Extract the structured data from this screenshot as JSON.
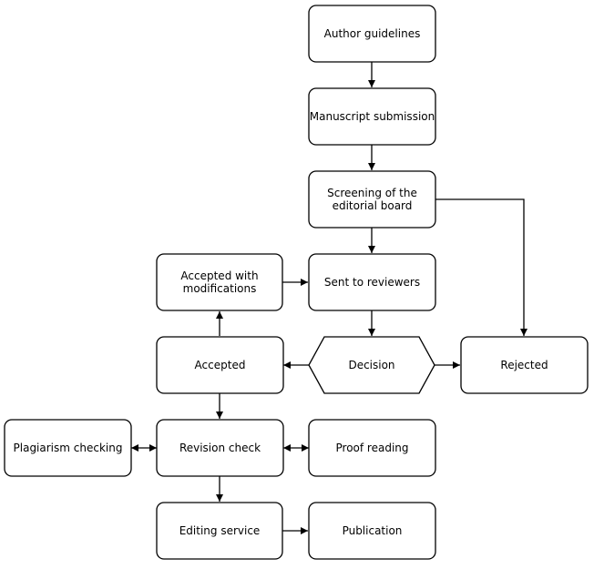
{
  "nodes": {
    "author_guidelines": "Author guidelines",
    "manuscript_submission": "Manuscript submission",
    "screening_line1": "Screening of the",
    "screening_line2": "editorial board",
    "sent_to_reviewers": "Sent to reviewers",
    "accepted_mod_line1": "Accepted with",
    "accepted_mod_line2": "modifications",
    "decision": "Decision",
    "accepted": "Accepted",
    "rejected": "Rejected",
    "plagiarism_checking": "Plagiarism checking",
    "revision_check": "Revision check",
    "proof_reading": "Proof reading",
    "editing_service": "Editing service",
    "publication": "Publication"
  }
}
